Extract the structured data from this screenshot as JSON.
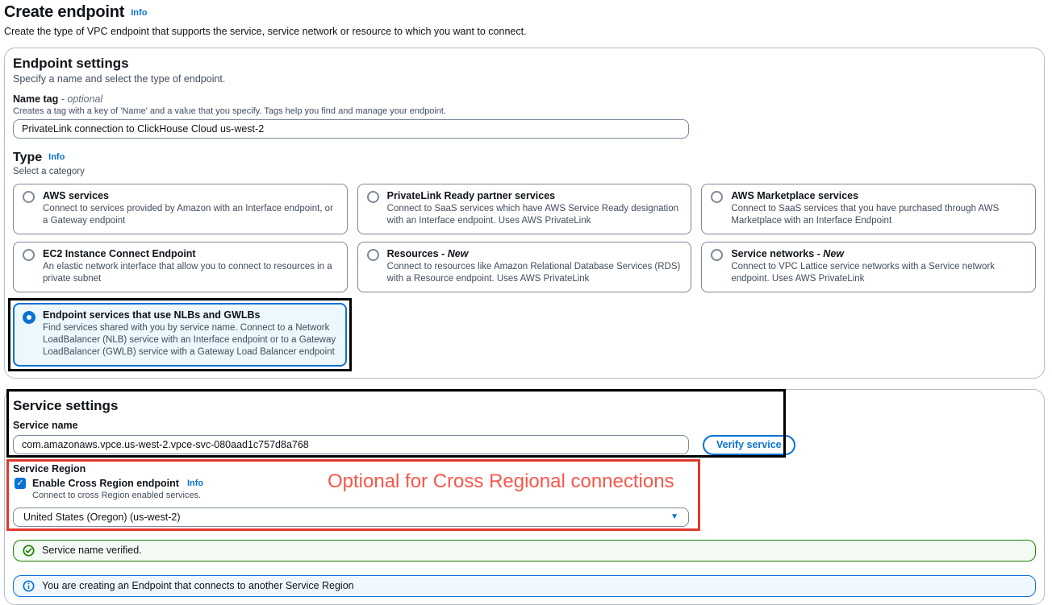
{
  "colors": {
    "accent_blue": "#0972d3",
    "success_green": "#1d8102",
    "annotation_red": "#de3a2c",
    "annotation_red_text": "#f9564a",
    "annotation_black": "#000000",
    "selected_tile_bg": "#edf7fe",
    "success_banner_bg": "#f2faf3",
    "info_banner_bg": "#f0f7ff"
  },
  "page": {
    "title": "Create endpoint",
    "info_label": "Info",
    "description": "Create the type of VPC endpoint that supports the service, service network or resource to which you want to connect."
  },
  "endpoint_settings": {
    "title": "Endpoint settings",
    "description": "Specify a name and select the type of endpoint.",
    "name_tag": {
      "label": "Name tag",
      "optional_suffix": "- optional",
      "constraint": "Creates a tag with a key of 'Name' and a value that you specify. Tags help you find and manage your endpoint.",
      "value": "PrivateLink connection to ClickHouse Cloud us-west-2"
    },
    "type": {
      "label": "Type",
      "info_label": "Info",
      "description": "Select a category",
      "tiles": [
        {
          "title": "AWS services",
          "description": "Connect to services provided by Amazon with an Interface endpoint, or a Gateway endpoint",
          "selected": false
        },
        {
          "title": "PrivateLink Ready partner services",
          "description": "Connect to SaaS services which have AWS Service Ready designation with an Interface endpoint. Uses AWS PrivateLink",
          "selected": false
        },
        {
          "title": "AWS Marketplace services",
          "description": "Connect to SaaS services that you have purchased through AWS Marketplace with an Interface Endpoint",
          "selected": false
        },
        {
          "title": "EC2 Instance Connect Endpoint",
          "description": "An elastic network interface that allow you to connect to resources in a private subnet",
          "selected": false
        },
        {
          "title": "Resources",
          "title_suffix": "- New",
          "description": "Connect to resources like Amazon Relational Database Services (RDS) with a Resource endpoint. Uses AWS PrivateLink",
          "selected": false
        },
        {
          "title": "Service networks",
          "title_suffix": "- New",
          "description": "Connect to VPC Lattice service networks with a Service network endpoint. Uses AWS PrivateLink",
          "selected": false
        },
        {
          "title": "Endpoint services that use NLBs and GWLBs",
          "description": "Find services shared with you by service name. Connect to a Network LoadBalancer (NLB) service with an Interface endpoint or to a Gateway LoadBalancer (GWLB) service with a Gateway Load Balancer endpoint",
          "selected": true
        }
      ]
    }
  },
  "service_settings": {
    "title": "Service settings",
    "service_name": {
      "label": "Service name",
      "value": "com.amazonaws.vpce.us-west-2.vpce-svc-080aad1c757d8a768"
    },
    "verify_button_label": "Verify service",
    "service_region": {
      "label": "Service Region",
      "checkbox_label": "Enable Cross Region endpoint",
      "info_label": "Info",
      "checkbox_checked": true,
      "check_glyph": "✓",
      "checkbox_description": "Connect to cross Region enabled services.",
      "region_value": "United States (Oregon) (us-west-2)",
      "chevron_glyph": "▼"
    },
    "annotation_text": "Optional for Cross Regional connections",
    "success_banner": {
      "text": "Service name verified."
    },
    "info_banner": {
      "text": "You are creating an Endpoint that connects to another Service Region"
    }
  }
}
